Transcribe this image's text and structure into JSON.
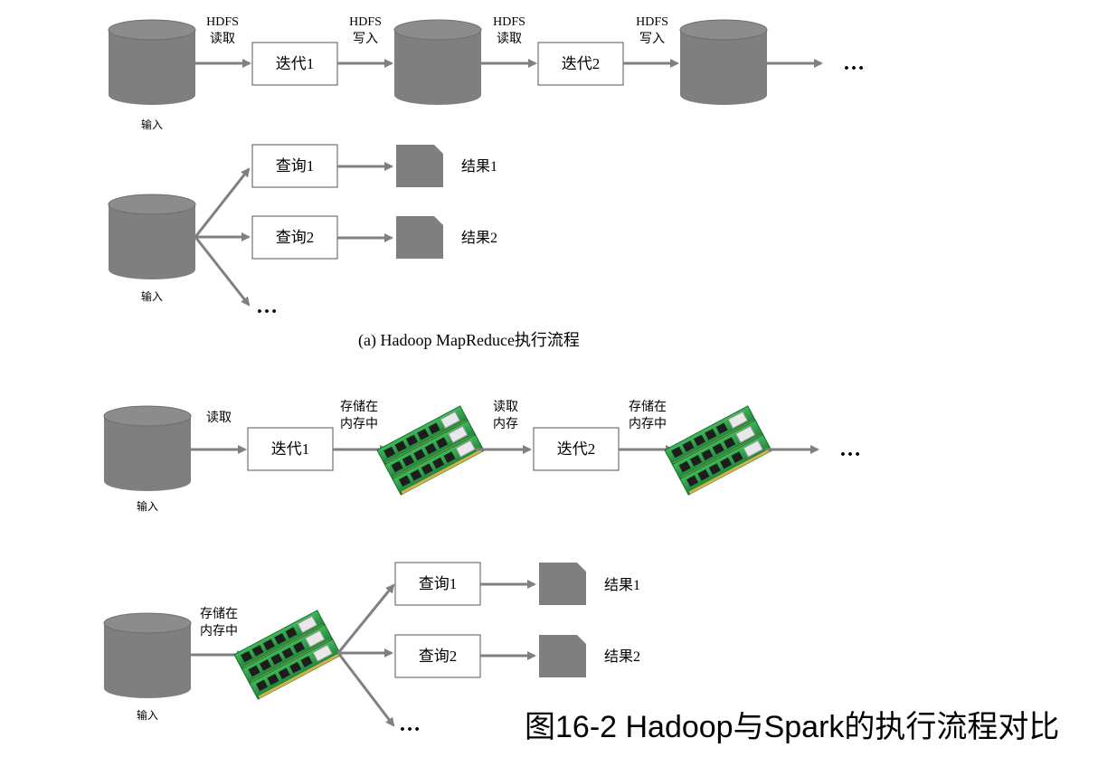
{
  "part_a": {
    "row1": {
      "input_label": "输入",
      "edges": [
        {
          "line1": "HDFS",
          "line2": "读取"
        },
        {
          "line1": "HDFS",
          "line2": "写入"
        },
        {
          "line1": "HDFS",
          "line2": "读取"
        },
        {
          "line1": "HDFS",
          "line2": "写入"
        }
      ],
      "steps": [
        "迭代1",
        "迭代2"
      ],
      "ellipsis": "…"
    },
    "row2": {
      "input_label": "输入",
      "queries": [
        "查询1",
        "查询2"
      ],
      "results": [
        "结果1",
        "结果2"
      ],
      "ellipsis": "…"
    },
    "caption": "(a) Hadoop MapReduce执行流程"
  },
  "part_b": {
    "row1": {
      "input_label": "输入",
      "edges": [
        {
          "line1": "读取",
          "line2": ""
        },
        {
          "line1": "存储在",
          "line2": "内存中"
        },
        {
          "line1": "读取",
          "line2": "内存"
        },
        {
          "line1": "存储在",
          "line2": "内存中"
        }
      ],
      "steps": [
        "迭代1",
        "迭代2"
      ],
      "ellipsis": "…"
    },
    "row2": {
      "input_label": "输入",
      "store": {
        "line1": "存储在",
        "line2": "内存中"
      },
      "queries": [
        "查询1",
        "查询2"
      ],
      "results": [
        "结果1",
        "结果2"
      ],
      "ellipsis": "…"
    }
  },
  "figure_title": "图16-2 Hadoop与Spark的执行流程对比",
  "colors": {
    "cylinder": "#7f7f7f",
    "arrow": "#808080",
    "ram_pcb": "#2e9e4a",
    "ram_chip": "#1d1d1d"
  }
}
